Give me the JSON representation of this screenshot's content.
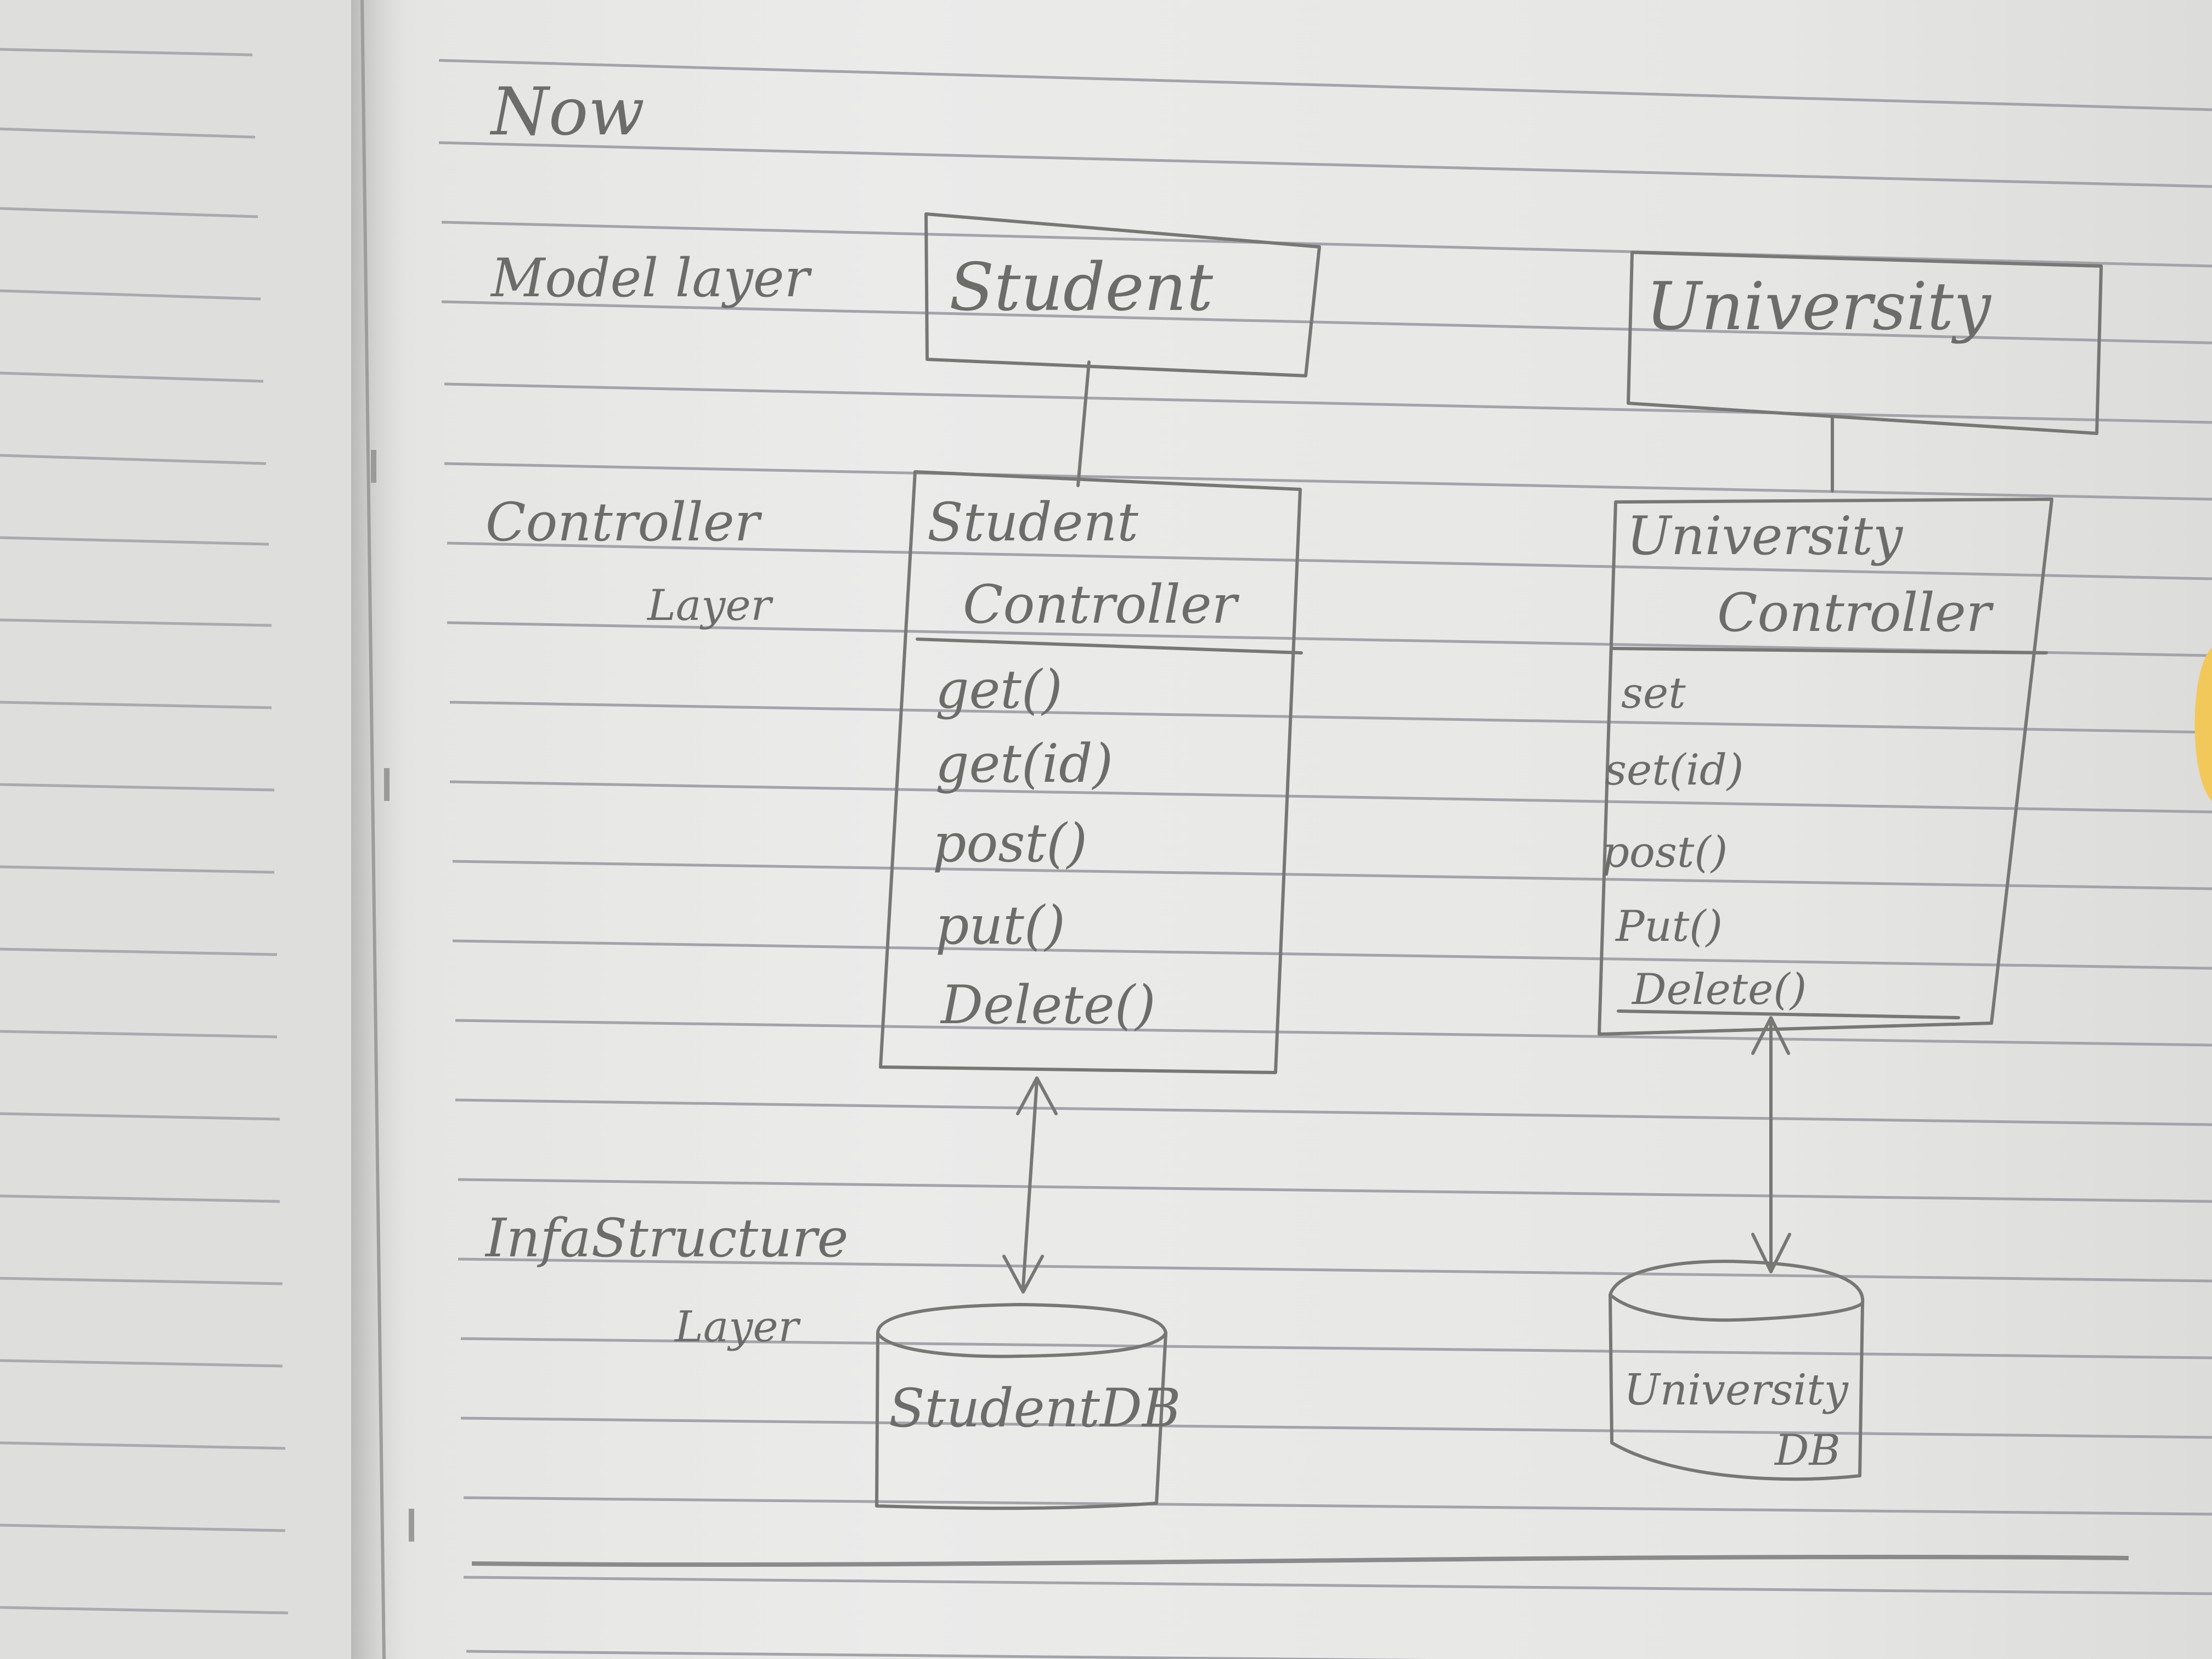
{
  "title": "Now",
  "layers": {
    "model": "Model layer",
    "controller": [
      "Controller",
      "Layer"
    ],
    "infrastructure": [
      "InfaStructure",
      "Layer"
    ]
  },
  "student": {
    "model": "Student",
    "controller": [
      "Student",
      "Controller"
    ],
    "methods": [
      "get()",
      "get(id)",
      "post()",
      "put()",
      "Delete()"
    ],
    "db": "StudentDB"
  },
  "university": {
    "model": "University",
    "controller": [
      "University",
      "Controller"
    ],
    "methods": [
      "set",
      "set(id)",
      "post()",
      "Put()",
      "Delete()"
    ],
    "db": [
      "University",
      "DB"
    ]
  }
}
